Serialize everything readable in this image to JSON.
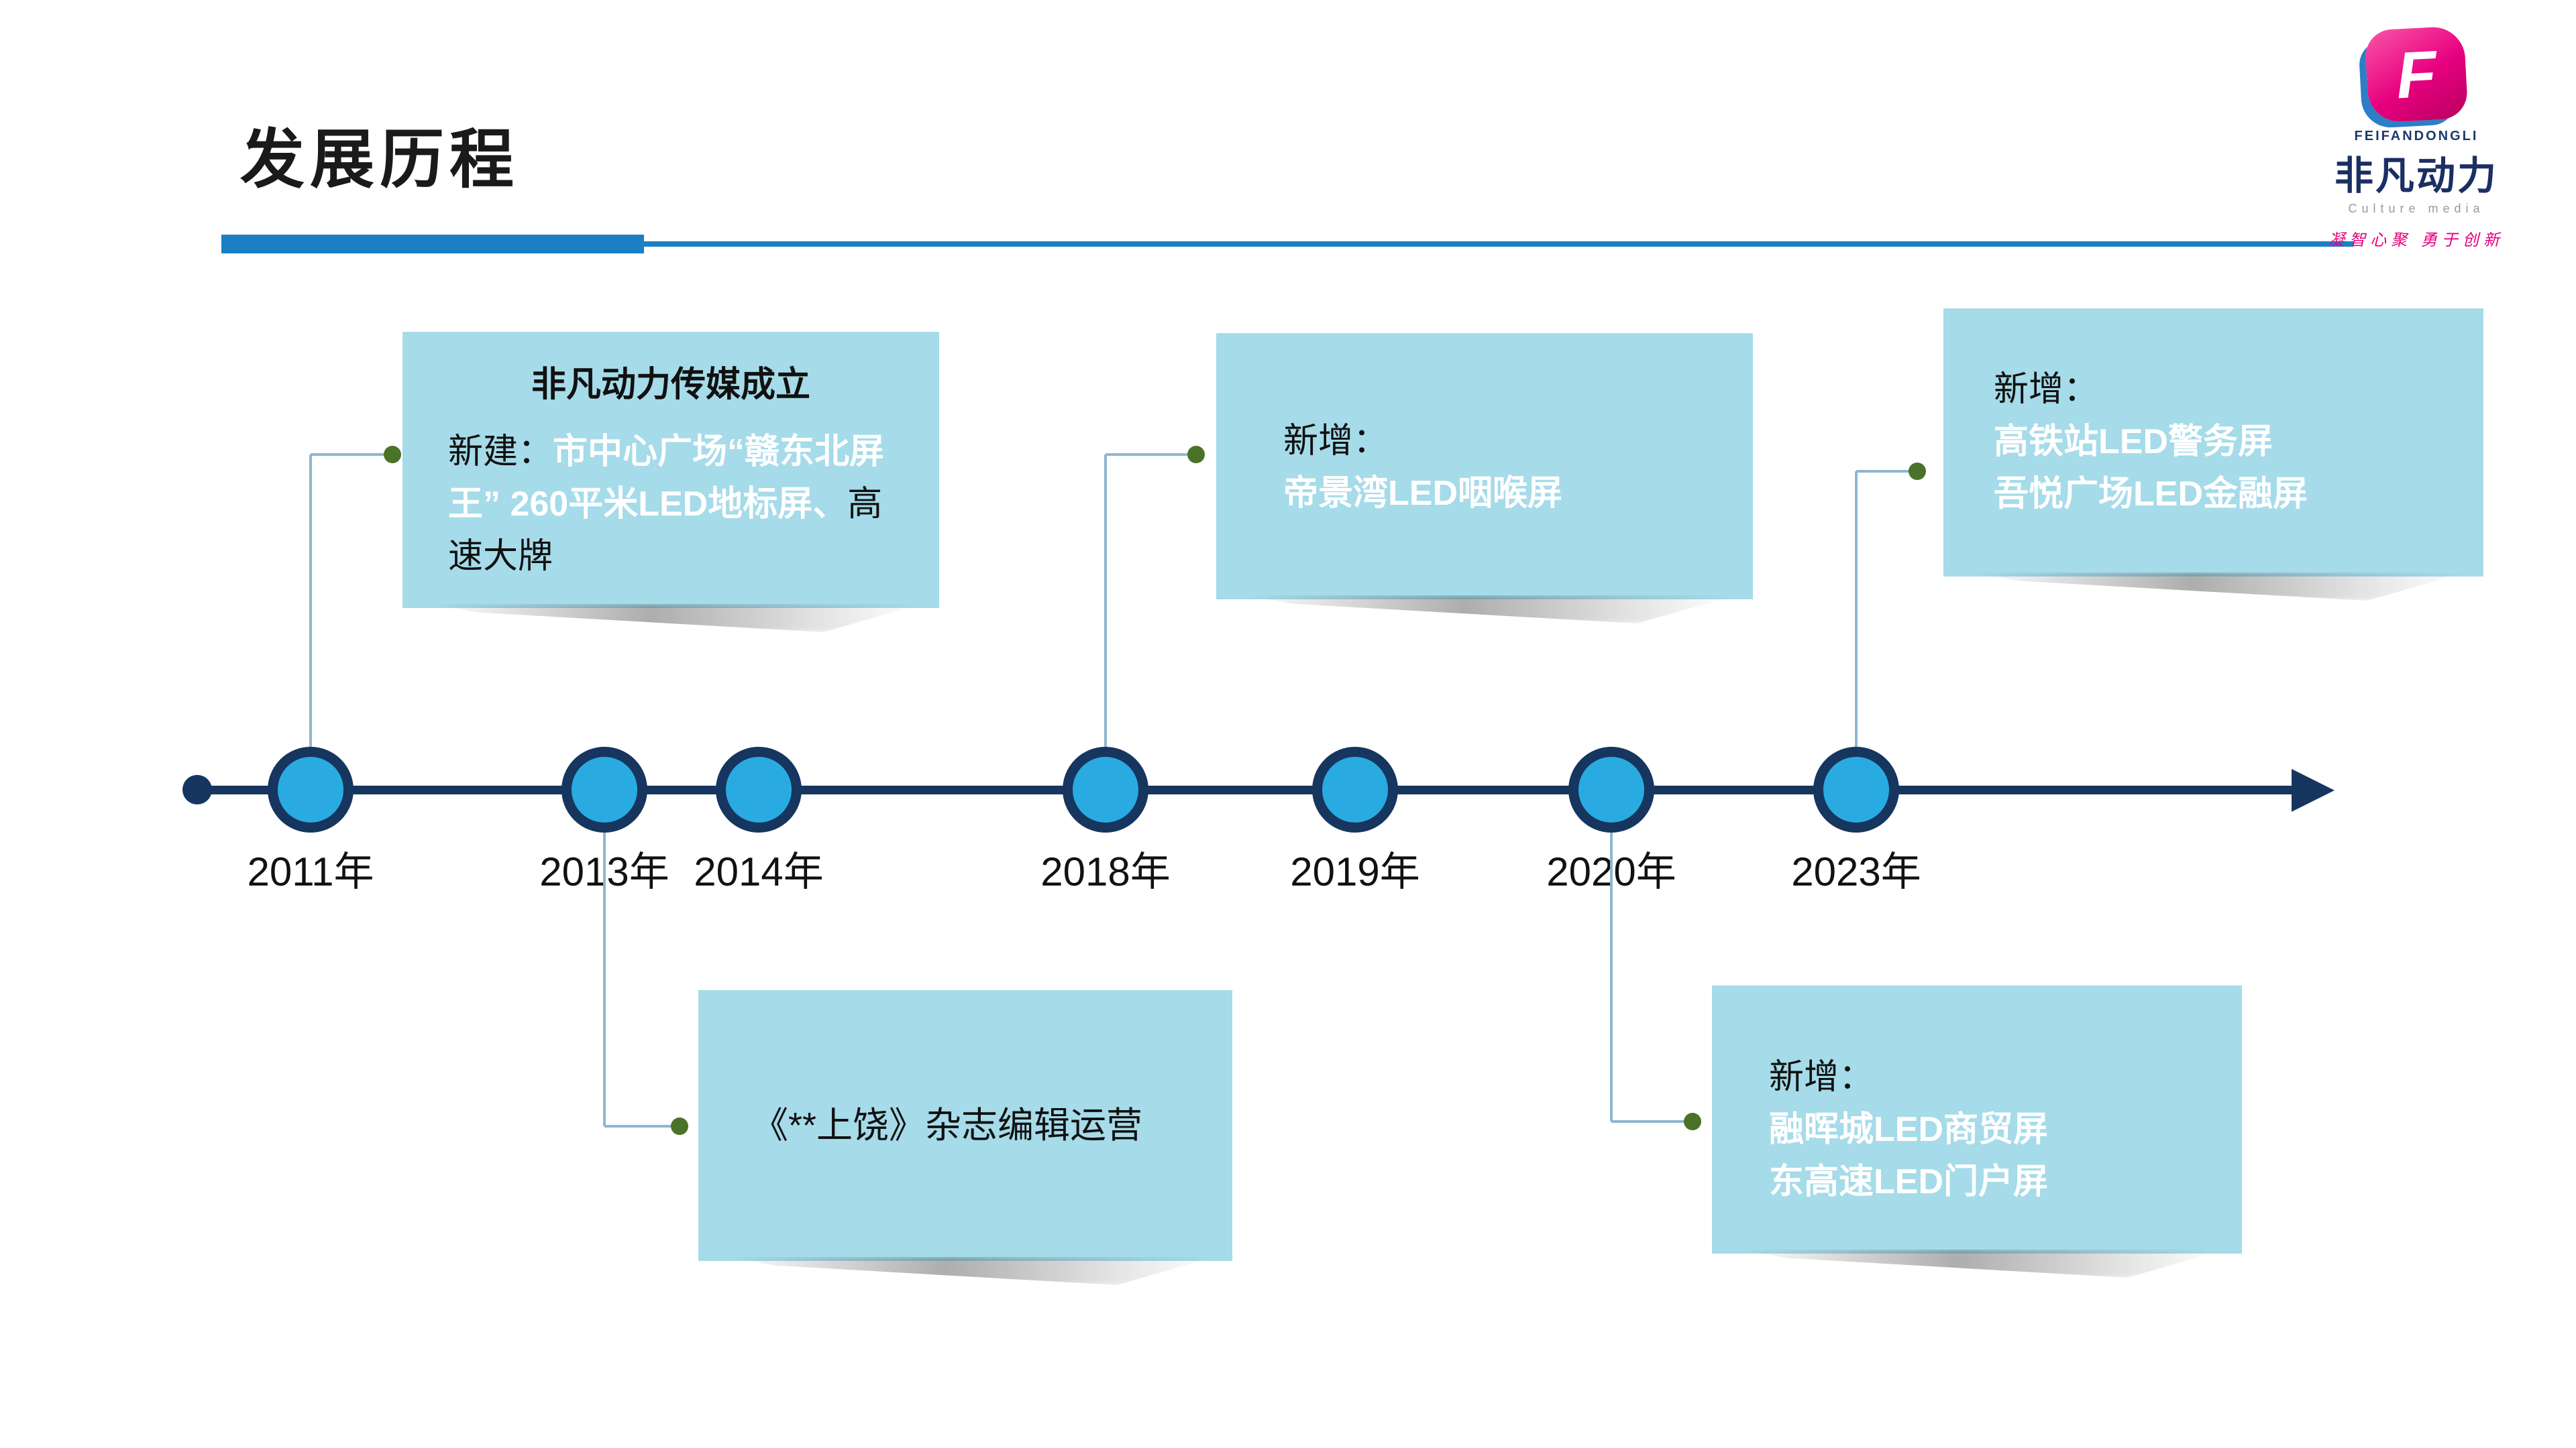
{
  "header": {
    "title": "发展历程"
  },
  "logo": {
    "letter": "F",
    "brand_en": "FEIFANDONGLI",
    "brand_cn": "非凡动力",
    "subtitle": "Culture media",
    "slogan": "凝智心聚 勇于创新"
  },
  "timeline": {
    "years": [
      "2011年",
      "2013年",
      "2014年",
      "2018年",
      "2019年",
      "2020年",
      "2023年"
    ]
  },
  "callouts": {
    "y2011": {
      "title": "非凡动力传媒成立",
      "prefix": "新建：",
      "highlight": "市中心广场“赣东北屏王” 260平米LED地标屏、",
      "suffix": "高速大牌"
    },
    "y2013": {
      "text": "《**上饶》杂志编辑运营"
    },
    "y2018": {
      "prefix": "新增：",
      "line1": "帝景湾LED咽喉屏"
    },
    "y2020": {
      "prefix": "新增：",
      "line1": "融晖城LED商贸屏",
      "line2": "东高速LED门户屏"
    },
    "y2023": {
      "prefix": "新增：",
      "line1": "高铁站LED警务屏",
      "line2": "吾悦广场LED金融屏"
    }
  },
  "colors": {
    "accent_blue": "#1B7FC4",
    "timeline_navy": "#16355F",
    "node_fill": "#29ABE2",
    "callout_bg": "#A6DBE9",
    "connector": "#8FB6D0",
    "green_dot": "#4A7229",
    "highlight_text": "#FFFFFF",
    "brand_pink": "#E6007E"
  }
}
